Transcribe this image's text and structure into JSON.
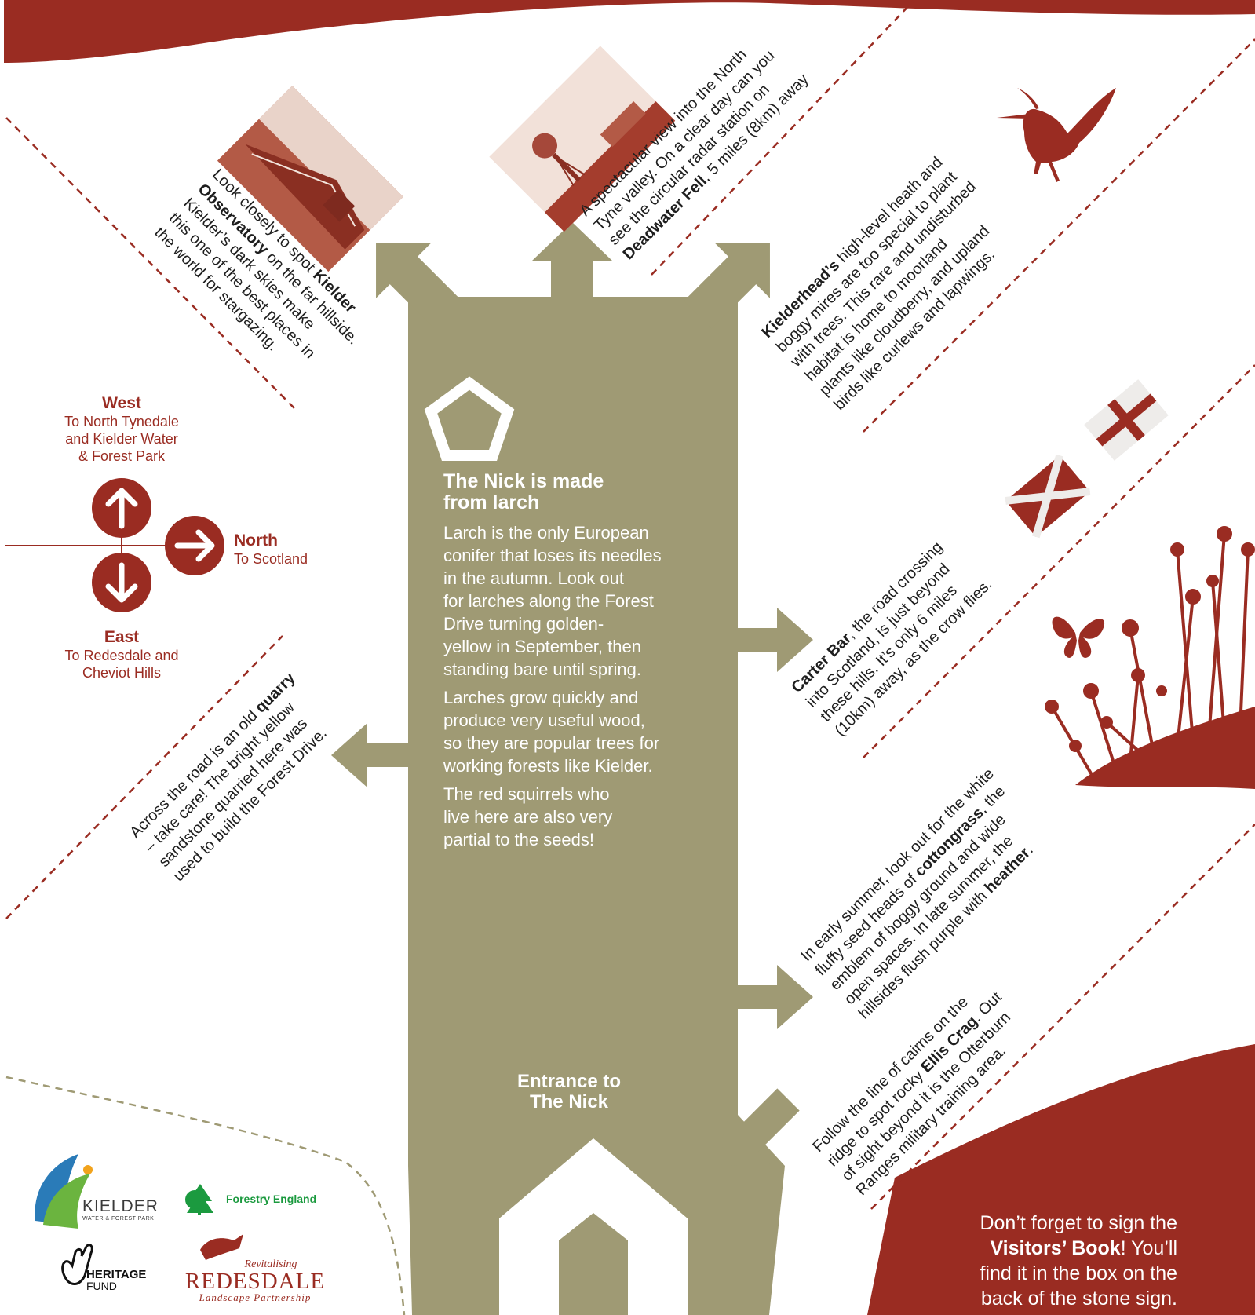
{
  "colors": {
    "accent": "#9a2c22",
    "column": "#9f9a74",
    "white": "#ffffff",
    "text": "#1e1e1e"
  },
  "compass": {
    "west": {
      "title": "West",
      "lines": [
        "To North Tynedale",
        "and Kielder Water",
        "& Forest Park"
      ]
    },
    "north": {
      "title": "North",
      "lines": [
        "To Scotland"
      ]
    },
    "east": {
      "title": "East",
      "lines": [
        "To Redesdale and",
        "Cheviot Hills"
      ]
    },
    "icons": [
      "arrow-up-icon",
      "arrow-right-icon",
      "arrow-down-icon"
    ]
  },
  "center": {
    "icon": "pentagon-icon",
    "title_lines": [
      "The Nick is made",
      "from larch"
    ],
    "para1": [
      "Larch is the only European",
      "conifer that loses its needles",
      "in the autumn. Look out",
      "for larches along the Forest",
      "Drive turning golden-",
      "yellow in September, then",
      "standing bare until spring."
    ],
    "para2": [
      "Larches grow quickly and",
      "produce very useful wood,",
      "so they are popular trees for",
      "working forests like Kielder."
    ],
    "para3": [
      "The red squirrels who",
      "live here are also very",
      "partial to the seeds!"
    ],
    "entrance_lines": [
      "Entrance to",
      "The Nick"
    ]
  },
  "notes": {
    "observatory": {
      "l1a": "Look closely to spot ",
      "l1b": "Kielder",
      "l2a": "Observatory",
      "l2b": " on the far hillside.",
      "l3": "Kielder’s dark skies make",
      "l4": "this one of the best places in",
      "l5": "the world for stargazing."
    },
    "radar": {
      "l1": "A spectacular view into the North",
      "l2": "Tyne valley. On a clear day can you",
      "l3": "see the circular radar station on",
      "l4a": "Deadwater Fell",
      "l4b": ", 5 miles (8km) away"
    },
    "kielderhead": {
      "l1a": "Kielderhead’s",
      "l1b": " high-level heath and",
      "l2": "boggy mires are too special to plant",
      "l3": "with trees. This rare and undisturbed",
      "l4": "habitat is home to moorland",
      "l5": "plants like cloudberry, and upland",
      "l6": "birds like curlews and lapwings."
    },
    "carter": {
      "l1a": "Carter Bar",
      "l1b": ", the road crossing",
      "l2": "into Scotland, is just beyond",
      "l3": "these hills. It’s only 6 miles",
      "l4": "(10km) away, as the crow flies."
    },
    "quarry": {
      "l1a": "Across the road is an old ",
      "l1b": "quarry",
      "l2": "– take care! The bright yellow",
      "l3": "sandstone quarried here was",
      "l4": "used to build the Forest Drive."
    },
    "cottongrass": {
      "l1": "In early summer, look out for the white",
      "l2a": "fluffy seed heads of ",
      "l2b": "cottongrass",
      "l2c": ", the",
      "l3": "emblem of boggy ground and wide",
      "l4": "open spaces. In late summer, the",
      "l5a": "hillsides flush purple with ",
      "l5b": "heather",
      "l5c": "."
    },
    "ellis": {
      "l1": "Follow the line of cairns on the",
      "l2a": "ridge to spot rocky ",
      "l2b": "Ellis Crag",
      "l2c": ". Out",
      "l3": "of sight beyond it is the Otterburn",
      "l4": "Ranges military training area."
    }
  },
  "visitors": {
    "l1": "Don’t forget to sign the",
    "l2a": "Visitors’ Book",
    "l2b": "! You’ll",
    "l3": "find it in the box on the",
    "l4": "back of the stone sign."
  },
  "logos": {
    "kielder": {
      "name": "KIELDER",
      "sub": "WATER & FOREST PARK"
    },
    "forestry": {
      "name": "Forestry England"
    },
    "heritage": {
      "name1": "HERITAGE",
      "name2": "FUND"
    },
    "redesdale": {
      "top": "Revitalising",
      "name": "REDESDALE",
      "sub": "Landscape Partnership"
    }
  },
  "illustrations": [
    "observatory-photo",
    "radar-photo",
    "lapwing-icon",
    "england-flag-icon",
    "scotland-flag-icon",
    "butterfly-icon",
    "grasses-silhouette"
  ]
}
